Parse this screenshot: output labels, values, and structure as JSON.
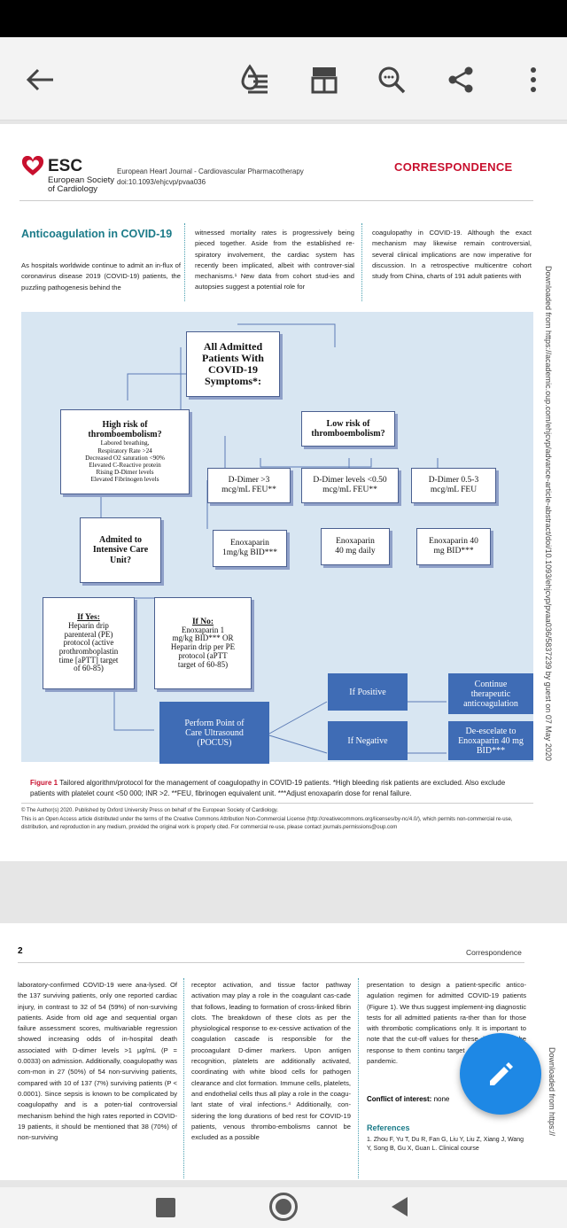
{
  "toolbar": {
    "icons": [
      "back-arrow-icon",
      "reading-mode-icon",
      "page-layout-icon",
      "search-icon",
      "share-icon",
      "more-options-icon"
    ]
  },
  "header": {
    "logo_text": "ESC",
    "society_line1": "European Society",
    "society_line2": "of Cardiology",
    "journal": "European Heart Journal - Cardiovascular Pharmacotherapy",
    "doi": "doi:10.1093/ehjcvp/pvaa036",
    "section": "CORRESPONDENCE"
  },
  "article": {
    "title": "Anticoagulation in COVID-19",
    "col1": "As hospitals worldwide continue to admit an in-flux of coronavirus disease 2019 (COVID-19) patients, the puzzling pathogenesis behind the",
    "col2": "witnessed mortality rates is progressively being pieced together. Aside from the established re-spiratory involvement, the cardiac system has recently been implicated, albeit with controver-sial mechanisms.¹ New data from cohort stud-ies and autopsies suggest a potential role for",
    "col3": "coagulopathy in COVID-19. Although the exact mechanism may likewise remain controversial, several clinical implications are now imperative for discussion. In a retrospective multicentre cohort study from China, charts of 191 adult patients with"
  },
  "figure": {
    "top": [
      "All Admitted",
      "Patients With",
      "COVID-19",
      "Symptoms*:"
    ],
    "high_title": [
      "High risk of",
      "thromboembolism?"
    ],
    "high_items": [
      "Labored breathing,",
      "Respiratory Rate >24",
      "Decreased O2 saturation <90%",
      "Elevated C-Reactive protein",
      "Rising D-Dimer levels",
      "Elevated Fibrinogen levels"
    ],
    "low_title": [
      "Low risk of",
      "thromboembolism?"
    ],
    "dd1": [
      "D-Dimer >3",
      "mcg/mL FEU**"
    ],
    "dd2": [
      "D-Dimer levels <0.50",
      "mcg/mL FEU**"
    ],
    "dd3": [
      "D-Dimer 0.5-3",
      "mcg/mL FEU"
    ],
    "en1": [
      "Enoxaparin",
      "1mg/kg BID***"
    ],
    "en2": [
      "Enoxaparin",
      "40 mg daily"
    ],
    "en3": [
      "Enoxaparin 40",
      "mg BID***"
    ],
    "icu": [
      "Admited to",
      "Intensive Care",
      "Unit?"
    ],
    "yes_title": "If Yes:",
    "yes_body": [
      "Heparin drip",
      "parenteral (PE)",
      "protocol (active",
      "prothromboplastin",
      "time [aPTT] target",
      "of 60-85)"
    ],
    "no_title": "If No:",
    "no_body": [
      "Enoxaparin 1",
      "mg/kg BID*** OR",
      "Heparin drip per PE",
      "protocol (aPTT",
      "target of 60-85)"
    ],
    "pocus": [
      "Perform Point of",
      "Care Ultrasound",
      "(POCUS)"
    ],
    "if_positive": "If Positive",
    "if_negative": "If Negative",
    "continue": [
      "Continue",
      "therapeutic",
      "anticoagulation"
    ],
    "deescalate": [
      "De-escelate to",
      "Enoxaparin 40 mg",
      "BID***"
    ],
    "caption_label": "Figure 1",
    "caption": "Tailored algorithm/protocol for the management of coagulopathy in COVID-19 patients. *High bleeding risk patients are excluded. Also exclude patients with platelet count <50 000; INR >2. **FEU, fibrinogen equivalent unit. ***Adjust enoxaparin dose for renal failure."
  },
  "license": {
    "line1": "© The Author(s) 2020. Published by Oxford University Press on behalf of the European Society of Cardiology.",
    "line2": "This is an Open Access article distributed under the terms of the Creative Commons Attribution Non-Commercial License (http://creativecommons.org/licenses/by-nc/4.0/), which permits non-commercial re-use, distribution, and reproduction in any medium, provided the original work is properly cited. For commercial re-use, please contact journals.permissions@oup.com"
  },
  "side_note": {
    "page1": "Downloaded from https://academic.oup.com/ehjcvp/advance-article-abstract/doi/10.1093/ehjcvp/pvaa036/5837239 by guest on 07 May 2020",
    "page2": "Downloaded from https://"
  },
  "page2": {
    "number": "2",
    "running_head": "Correspondence",
    "col1": "laboratory-confirmed COVID-19 were ana-lysed. Of the 137 surviving patients, only one reported cardiac injury, in contrast to 32 of 54 (59%) of non-surviving patients. Aside from old age and sequential organ failure assessment scores, multivariable regression showed increasing odds of in-hospital death associated with D-dimer levels >1 μg/mL (P = 0.0033) on admission. Additionally, coagulopathy was com-mon in 27 (50%) of 54 non-surviving patients, compared with 10 of 137 (7%) surviving patients (P < 0.0001). Since sepsis is known to be complicated by coagulopathy and is a poten-tial controversial mechanism behind the high rates reported in COVID-19 patients, it should be mentioned that 38 (70%) of non-surviving",
    "col2": "receptor activation, and tissue factor pathway activation may play a role in the coagulant cas-cade that follows, leading to formation of cross-linked fibrin clots. The breakdown of these clots as per the physiological response to ex-cessive activation of the coagulation cascade is responsible for the procoagulant D-dimer markers. Upon antigen recognition, platelets are additionally activated, coordinating with white blood cells for pathogen clearance and clot formation. Immune cells, platelets, and endothelial cells thus all play a role in the coagu-lant state of viral infections.⁴ Additionally, con-sidering the long durations of bed rest for COVID-19 patients, venous thrombo-embolisms cannot be excluded as a possible",
    "col3": "presentation to design a patient-specific antico-agulation regimen for admitted COVID-19 patients (Figure 1). We thus suggest implement-ing diagnostic tests for all admitted patients ra-ther than for those with thrombotic complications only. It is important to note that the cut-off values for these diagnos nd the response to them continu target as more data emer pandemic.",
    "conflict_label": "Conflict of interest:",
    "conflict_value": "none",
    "references_label": "References",
    "ref1": "1. Zhou F, Yu T, Du R, Fan G, Liu Y, Liu Z, Xiang J, Wang Y, Song B, Gu X, Guan L. Clinical course"
  },
  "fab": {
    "icon": "edit-pencil-icon"
  },
  "navbar": {
    "icons": [
      "recents-square-icon",
      "home-circle-icon",
      "back-triangle-icon"
    ]
  },
  "colors": {
    "accent_red": "#c8102e",
    "teal": "#1a7a88",
    "blue_box": "#3f6cb5",
    "fab_blue": "#1e88e5",
    "figure_bg": "#d8e6f2"
  }
}
